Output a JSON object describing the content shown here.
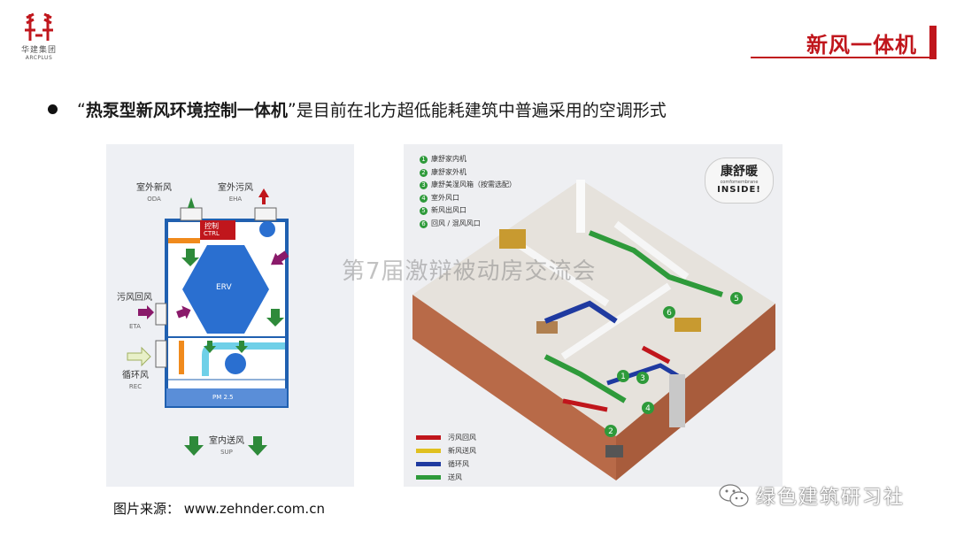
{
  "logo": {
    "cn": "华建集团",
    "en": "ARCPLUS"
  },
  "title": "新风一体机",
  "bullet": {
    "quote_open": "“",
    "emphasis": "热泵型新风环境控制一体机",
    "quote_close": "”",
    "rest": "是目前在北方超低能耗建筑中普遍采用的空调形式"
  },
  "diagram_left": {
    "oda": {
      "cn": "室外新风",
      "en": "ODA"
    },
    "eha": {
      "cn": "室外污风",
      "en": "EHA"
    },
    "ctrl": {
      "cn": "控制",
      "en": "CTRL"
    },
    "erv": "ERV",
    "eta": {
      "cn": "污风回风",
      "en": "ETA"
    },
    "rec": {
      "cn": "循环风",
      "en": "REC"
    },
    "pm": "PM 2.5",
    "sup": {
      "cn": "室内送风",
      "en": "SUP"
    }
  },
  "diagram_right": {
    "legend": [
      {
        "n": "1",
        "text": "康舒家内机"
      },
      {
        "n": "2",
        "text": "康舒家外机"
      },
      {
        "n": "3",
        "text": "康舒美湿风箱（按需选配）"
      },
      {
        "n": "4",
        "text": "室外风口"
      },
      {
        "n": "5",
        "text": "新风出风口"
      },
      {
        "n": "6",
        "text": "回风 / 混风风口"
      }
    ],
    "brand": {
      "cn": "康舒暖",
      "en": "comfomembrane",
      "inside": "INSIDE!"
    },
    "pipes": [
      {
        "label": "污风回风",
        "color": "#c0161c"
      },
      {
        "label": "新风送风",
        "color": "#e0c020"
      },
      {
        "label": "循环风",
        "color": "#1f3aa0"
      },
      {
        "label": "送风",
        "color": "#2e9a3a"
      }
    ],
    "markers": [
      "1",
      "2",
      "3",
      "4",
      "5",
      "6"
    ]
  },
  "source": "图片来源：  www.zehnder.com.cn",
  "watermark": "第7届激辩被动房交流会",
  "wechat": "绿色建筑研习社"
}
